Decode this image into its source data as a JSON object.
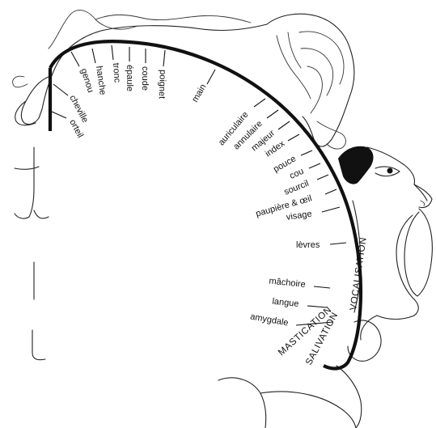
{
  "diagram": {
    "regions": [
      {
        "key": "orteil",
        "label": "orteil"
      },
      {
        "key": "cheville",
        "label": "cheville"
      },
      {
        "key": "genou",
        "label": "genou"
      },
      {
        "key": "hanche",
        "label": "hanche"
      },
      {
        "key": "tronc",
        "label": "tronc"
      },
      {
        "key": "epaule",
        "label": "épaule"
      },
      {
        "key": "coude",
        "label": "coude"
      },
      {
        "key": "poignet",
        "label": "poignet"
      },
      {
        "key": "main",
        "label": "main"
      },
      {
        "key": "auriculaire",
        "label": "auriculaire"
      },
      {
        "key": "annulaire",
        "label": "annulaire"
      },
      {
        "key": "majeur",
        "label": "majeur"
      },
      {
        "key": "index",
        "label": "index"
      },
      {
        "key": "pouce",
        "label": "pouce"
      },
      {
        "key": "cou",
        "label": "cou"
      },
      {
        "key": "sourcil",
        "label": "sourcil"
      },
      {
        "key": "paupiere_oeil",
        "label": "paupière & œil"
      },
      {
        "key": "visage",
        "label": "visage"
      },
      {
        "key": "levres",
        "label": "lèvres"
      },
      {
        "key": "machoire",
        "label": "mâchoire"
      },
      {
        "key": "langue",
        "label": "langue"
      },
      {
        "key": "amygdale",
        "label": "amygdale"
      }
    ],
    "functions": {
      "vocalisation": "VOCALISATION",
      "mastication": "MASTICATION",
      "salivation": "SALIVATION"
    },
    "style": {
      "ink": "#111111",
      "background": "#ffffff",
      "hair": "#111111"
    }
  }
}
